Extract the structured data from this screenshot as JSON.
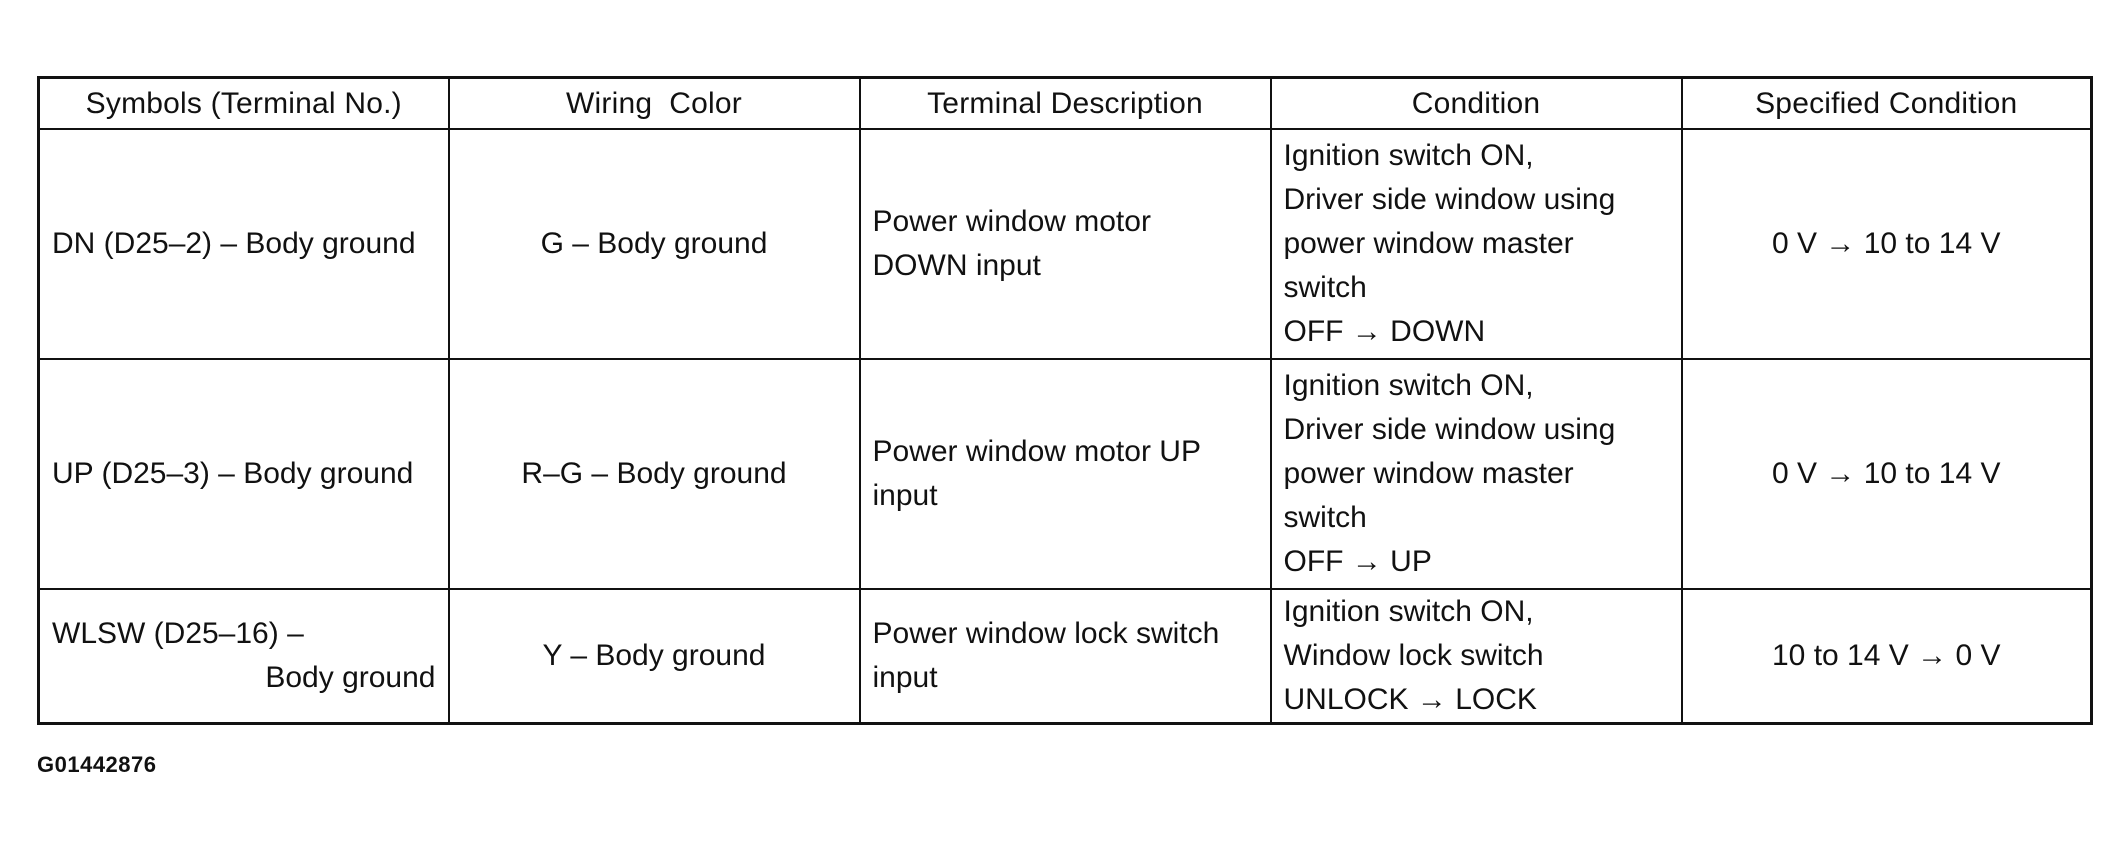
{
  "table": {
    "headers": [
      "Symbols (Terminal No.)",
      "Wiring  Color",
      "Terminal Description",
      "Condition",
      "Specified Condition"
    ],
    "rows": [
      {
        "symbol": [
          "DN (D25–2) – Body ground"
        ],
        "wiring": "G – Body ground",
        "description": [
          "Power window motor",
          "DOWN input"
        ],
        "condition": [
          "Ignition switch ON,",
          "Driver side window using",
          "power window master",
          "switch",
          "OFF → DOWN"
        ],
        "specified": "0 V → 10 to 14 V"
      },
      {
        "symbol": [
          "UP (D25–3) – Body ground"
        ],
        "wiring": "R–G – Body ground",
        "description": [
          "Power window motor UP",
          "input"
        ],
        "condition": [
          "Ignition switch ON,",
          "Driver side window using",
          "power window master",
          "switch",
          "OFF → UP"
        ],
        "specified": "0 V → 10 to 14 V"
      },
      {
        "symbol": [
          "WLSW (D25–16) –",
          "Body ground"
        ],
        "wiring": "Y – Body ground",
        "description": [
          "Power window lock switch",
          "input"
        ],
        "condition": [
          "Ignition switch ON,",
          "Window lock switch",
          "UNLOCK → LOCK"
        ],
        "specified": "10 to 14 V → 0 V"
      }
    ]
  },
  "figure_id": "G01442876"
}
